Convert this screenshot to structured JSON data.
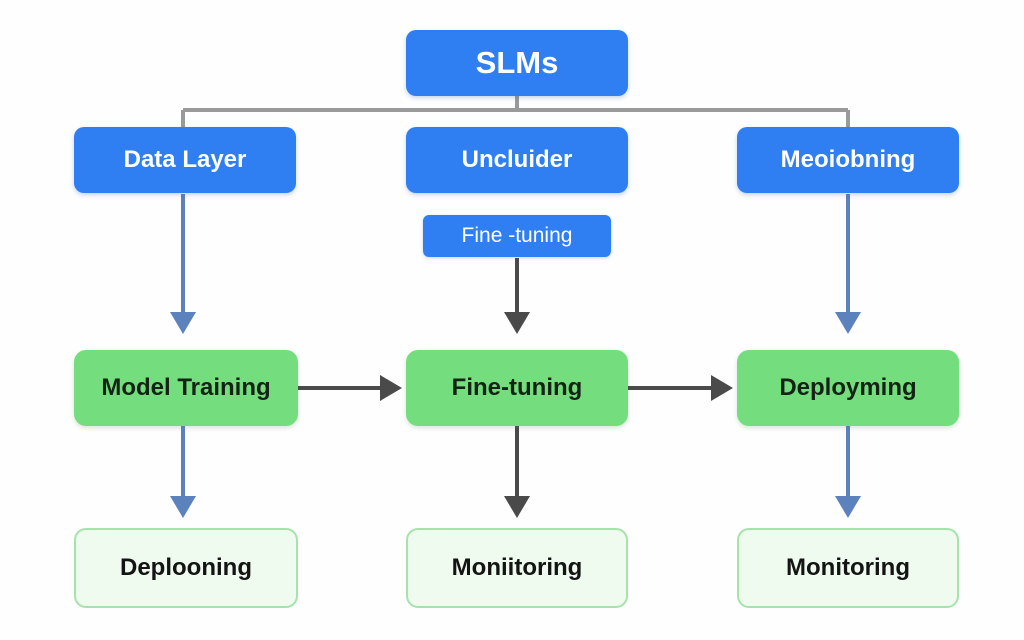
{
  "diagram": {
    "root": {
      "label": "SLMs"
    },
    "top_row": [
      {
        "label": "Data Layer"
      },
      {
        "label": "Uncluider"
      },
      {
        "label": "Meoiobning"
      }
    ],
    "sub_label": {
      "label": "Fine -tuning"
    },
    "middle_row": [
      {
        "label": "Model Training"
      },
      {
        "label": "Fine-tuning"
      },
      {
        "label": "Deployming"
      }
    ],
    "bottom_row": [
      {
        "label": "Deplooning"
      },
      {
        "label": "Moniitoring"
      },
      {
        "label": "Monitoring"
      }
    ]
  },
  "colors": {
    "blue_box": "#2f7ff3",
    "green_box": "#74de7e",
    "outline_box_fill": "#eefbee",
    "outline_box_border": "#a6e3aa",
    "blue_arrow": "#5b82bd",
    "dark_arrow": "#4a4a4a",
    "tree_line": "#9a9a9a"
  }
}
